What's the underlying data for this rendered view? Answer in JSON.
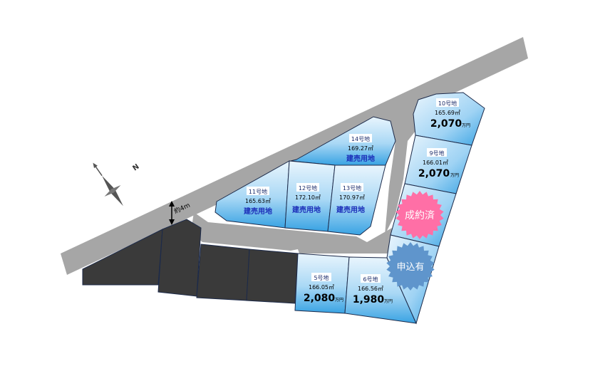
{
  "colors": {
    "road": "#a6a6a6",
    "lot_light": "#e9f5fd",
    "lot_dark": "#39a3e3",
    "lot_border": "#1c2a4a",
    "sold_lot": "#3a3a3a",
    "lot_label_text": "#1a2b6b",
    "tatemono_text": "#1a2cb8",
    "sold_badge": "#ff6fa6",
    "applied_badge": "#5f95cc"
  },
  "road": {
    "width_label": "約4m"
  },
  "compass": {
    "label": "N",
    "icon": "compass-icon"
  },
  "lots": [
    {
      "id": "lot-10",
      "name": "10号地",
      "area": "165.69㎡",
      "price": "2,070",
      "unit": "万円"
    },
    {
      "id": "lot-9",
      "name": "9号地",
      "area": "166.01㎡",
      "price": "2,070",
      "unit": "万円"
    },
    {
      "id": "lot-14",
      "name": "14号地",
      "area": "169.27㎡",
      "note": "建売用地"
    },
    {
      "id": "lot-11",
      "name": "11号地",
      "area": "165.63㎡",
      "note": "建売用地"
    },
    {
      "id": "lot-12",
      "name": "12号地",
      "area": "172.10㎡",
      "note": "建売用地"
    },
    {
      "id": "lot-13",
      "name": "13号地",
      "area": "170.97㎡",
      "note": "建売用地"
    },
    {
      "id": "lot-5",
      "name": "5号地",
      "area": "166.05㎡",
      "price": "2,080",
      "unit": "万円"
    },
    {
      "id": "lot-6",
      "name": "6号地",
      "area": "166.56㎡",
      "price": "1,980",
      "unit": "万円"
    }
  ],
  "badges": {
    "sold": "成約済",
    "applied": "申込有"
  }
}
